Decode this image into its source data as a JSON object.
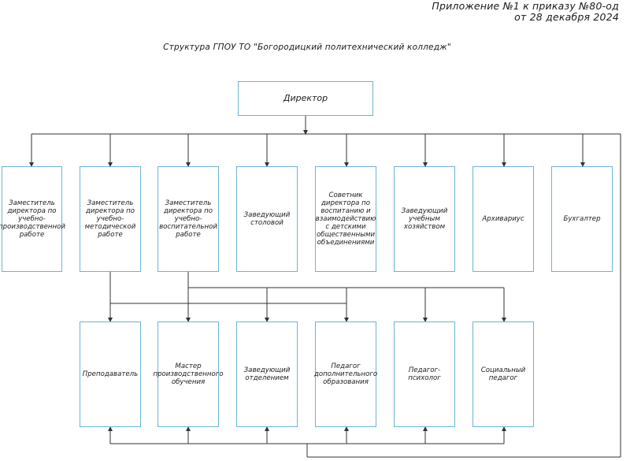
{
  "header": {
    "line1": "Приложение №1 к приказу №80-од",
    "line2": "от 28 декабря 2024"
  },
  "title": "Структура ГПОУ ТО \"Богородицкий политехнический колледж\"",
  "colors": {
    "box_border": "#6ab4d6",
    "line": "#333333"
  },
  "director": "Директор",
  "row1": [
    "Заместитель директора по учебно-производственной работе",
    "Заместитель директора по учебно-методической работе",
    "Заместитель директора по учебно-воспитательной работе",
    "Заведующий столовой",
    "Советник директора по воспитанию и взаимодействию с детскими общественными объединениями",
    "Заведующий учебным хозяйством",
    "Архивариус",
    "Бухгалтер"
  ],
  "row2": [
    "Преподаватель",
    "Мастер производственного обучения",
    "Заведующий отделением",
    "Педагог дополнительного образования",
    "Педагог-психолог",
    "Социальный педагог"
  ]
}
